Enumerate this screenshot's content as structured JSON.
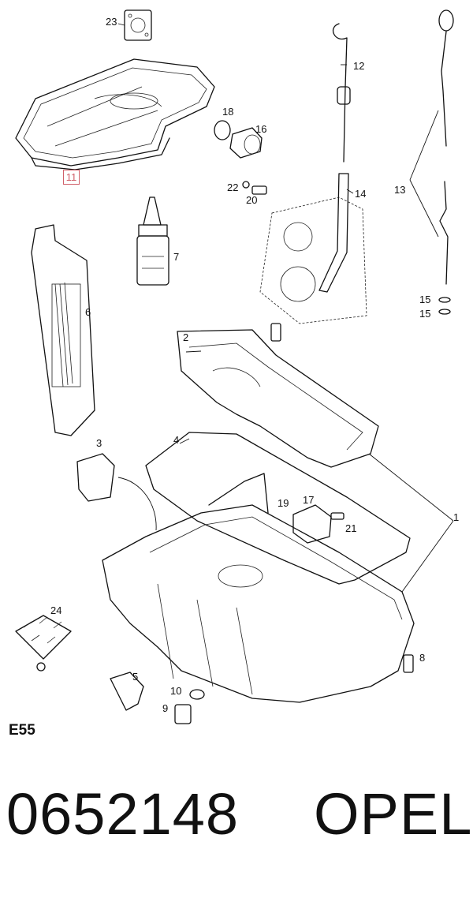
{
  "diagram": {
    "section_code": "E55",
    "highlighted_callout": "11",
    "callouts": {
      "c1": "1",
      "c2": "2",
      "c3": "3",
      "c4": "4",
      "c5": "5",
      "c6": "6",
      "c7": "7",
      "c8": "8",
      "c9": "9",
      "c10": "10",
      "c12": "12",
      "c13": "13",
      "c14": "14",
      "c15a": "15",
      "c15b": "15",
      "c16": "16",
      "c17": "17",
      "c18": "18",
      "c19": "19",
      "c20": "20",
      "c21": "21",
      "c22": "22",
      "c23": "23",
      "c24": "24"
    }
  },
  "footer": {
    "part_number": "0652148",
    "brand": "OPEL"
  },
  "colors": {
    "highlight": "#d0606a",
    "ink": "#111111"
  }
}
